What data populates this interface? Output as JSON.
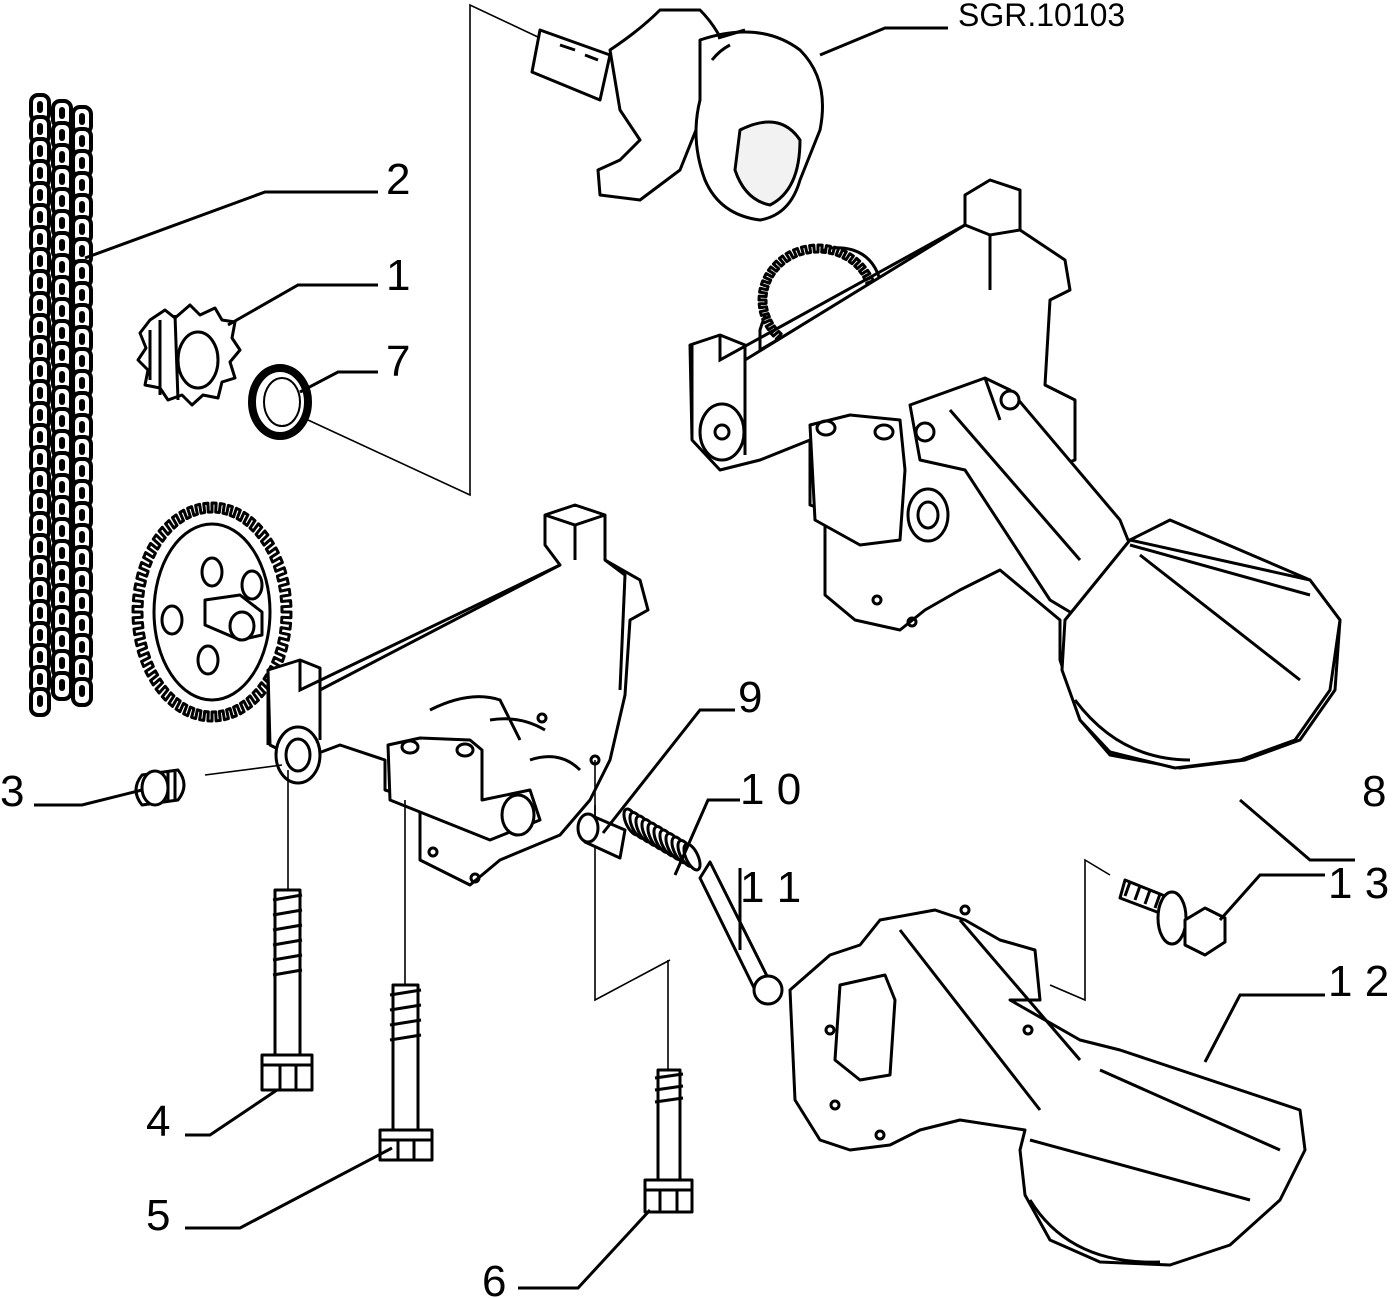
{
  "diagram": {
    "reference_code": "SGR.10103",
    "callouts": [
      {
        "id": "c2",
        "text": "2"
      },
      {
        "id": "c1",
        "text": "1"
      },
      {
        "id": "c7",
        "text": "7"
      },
      {
        "id": "c3",
        "text": "3"
      },
      {
        "id": "c9",
        "text": "9"
      },
      {
        "id": "c10",
        "text": "1 0"
      },
      {
        "id": "c11",
        "text": "1 1"
      },
      {
        "id": "c8",
        "text": "8"
      },
      {
        "id": "c13",
        "text": "1 3"
      },
      {
        "id": "c12",
        "text": "1 2"
      },
      {
        "id": "c4",
        "text": "4"
      },
      {
        "id": "c5",
        "text": "5"
      },
      {
        "id": "c6",
        "text": "6"
      }
    ]
  }
}
